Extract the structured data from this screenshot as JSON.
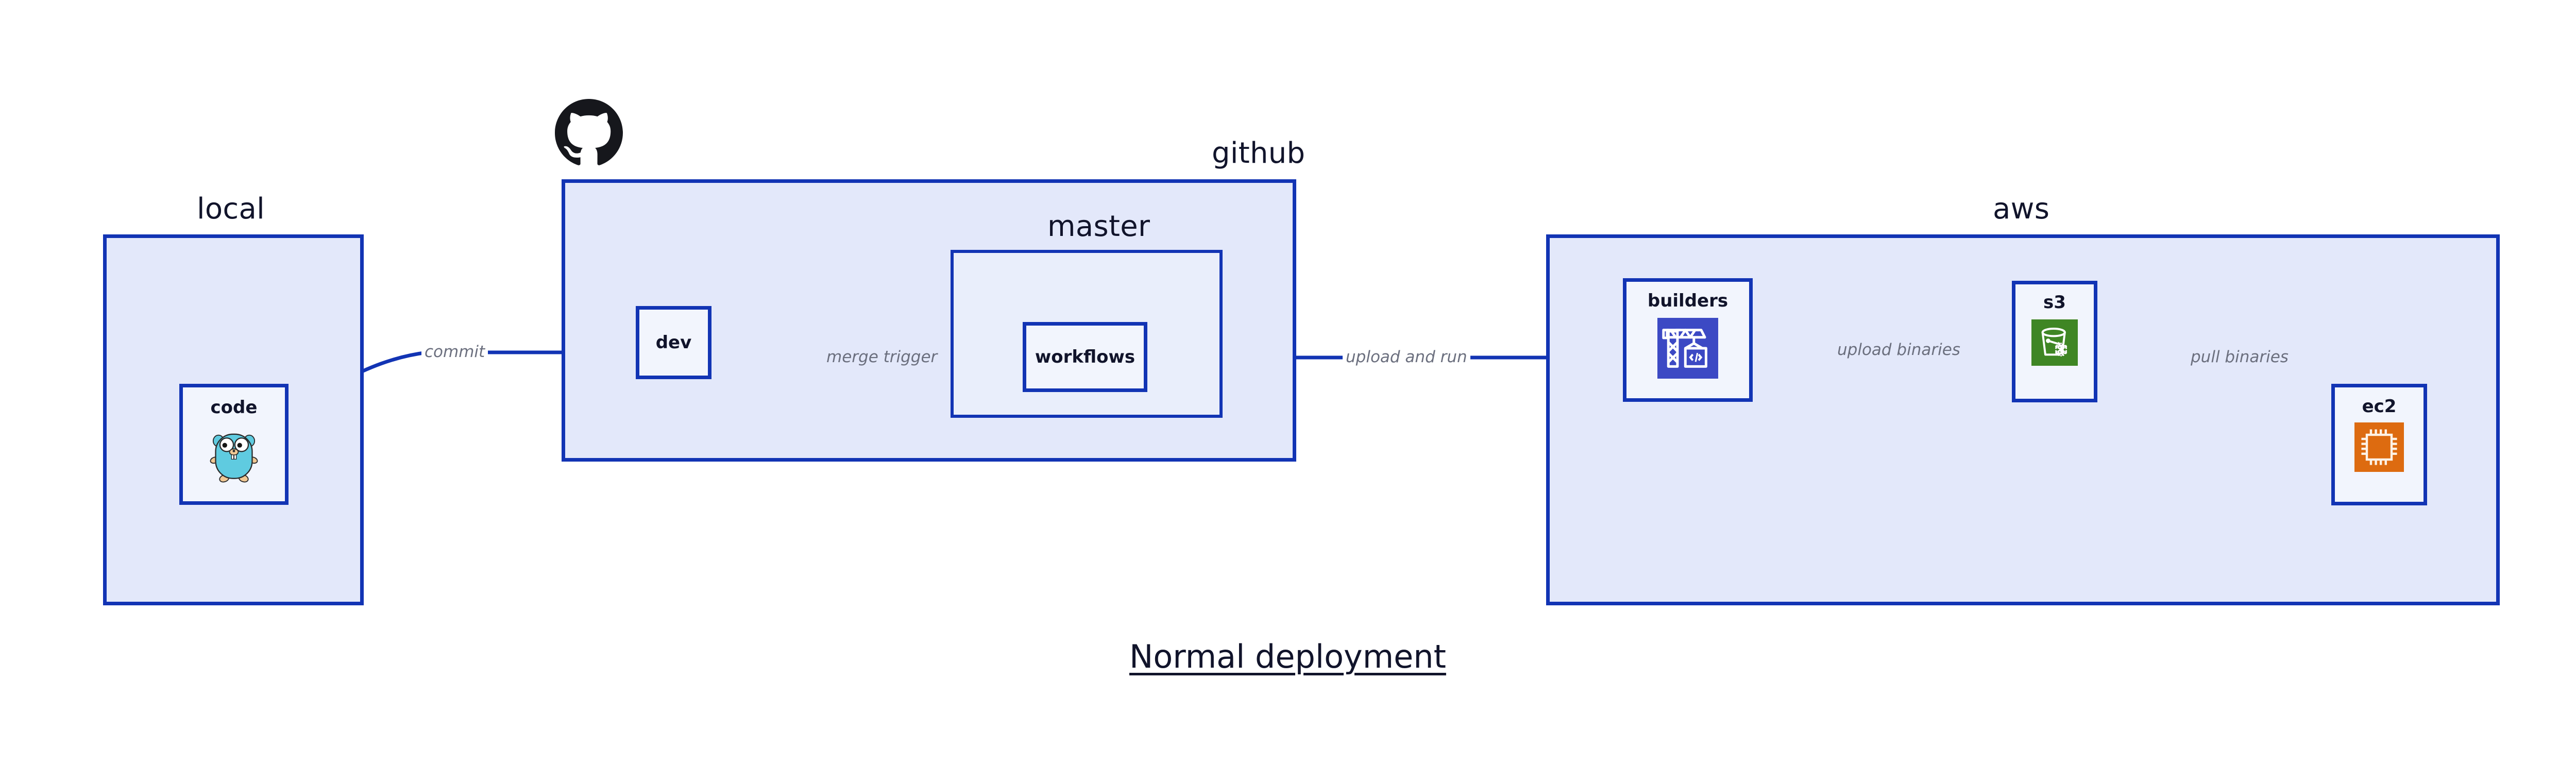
{
  "title": "Normal deployment",
  "groups": [
    {
      "id": "local",
      "label": "local"
    },
    {
      "id": "github",
      "label": "github"
    },
    {
      "id": "master",
      "label": "master"
    },
    {
      "id": "aws",
      "label": "aws"
    }
  ],
  "nodes": [
    {
      "id": "code",
      "label": "code",
      "icon": "go-gopher-icon"
    },
    {
      "id": "dev",
      "label": "dev",
      "icon": "none"
    },
    {
      "id": "workflows",
      "label": "workflows",
      "icon": "none"
    },
    {
      "id": "builders",
      "label": "builders",
      "icon": "aws-codebuild-icon"
    },
    {
      "id": "s3",
      "label": "s3",
      "icon": "aws-s3-glacier-icon"
    },
    {
      "id": "ec2",
      "label": "ec2",
      "icon": "aws-ec2-icon"
    }
  ],
  "edges": [
    {
      "id": "commit",
      "label": "commit",
      "from": "code",
      "to": "dev"
    },
    {
      "id": "merge-trigger",
      "label": "merge trigger",
      "from": "dev",
      "to": "workflows"
    },
    {
      "id": "upload-and-run",
      "label": "upload and run",
      "from": "workflows",
      "to": "builders"
    },
    {
      "id": "upload-binaries",
      "label": "upload binaries",
      "from": "builders",
      "to": "s3"
    },
    {
      "id": "pull-binaries",
      "label": "pull binaries",
      "from": "s3",
      "to": "ec2"
    }
  ],
  "colors": {
    "stroke": "#1234b4",
    "group_fill": "#e3e8fa",
    "inner_fill": "#e9eefb",
    "node_fill": "#f2f5fd",
    "text": "#11142b",
    "edge_label": "#6b6f7e",
    "codebuild_blue": "#3c49c4",
    "s3_green": "#3f8624",
    "ec2_orange": "#dd6b10",
    "gopher_cyan": "#5fcbe0",
    "github_black": "#16171c",
    "background": "#ffffff"
  }
}
